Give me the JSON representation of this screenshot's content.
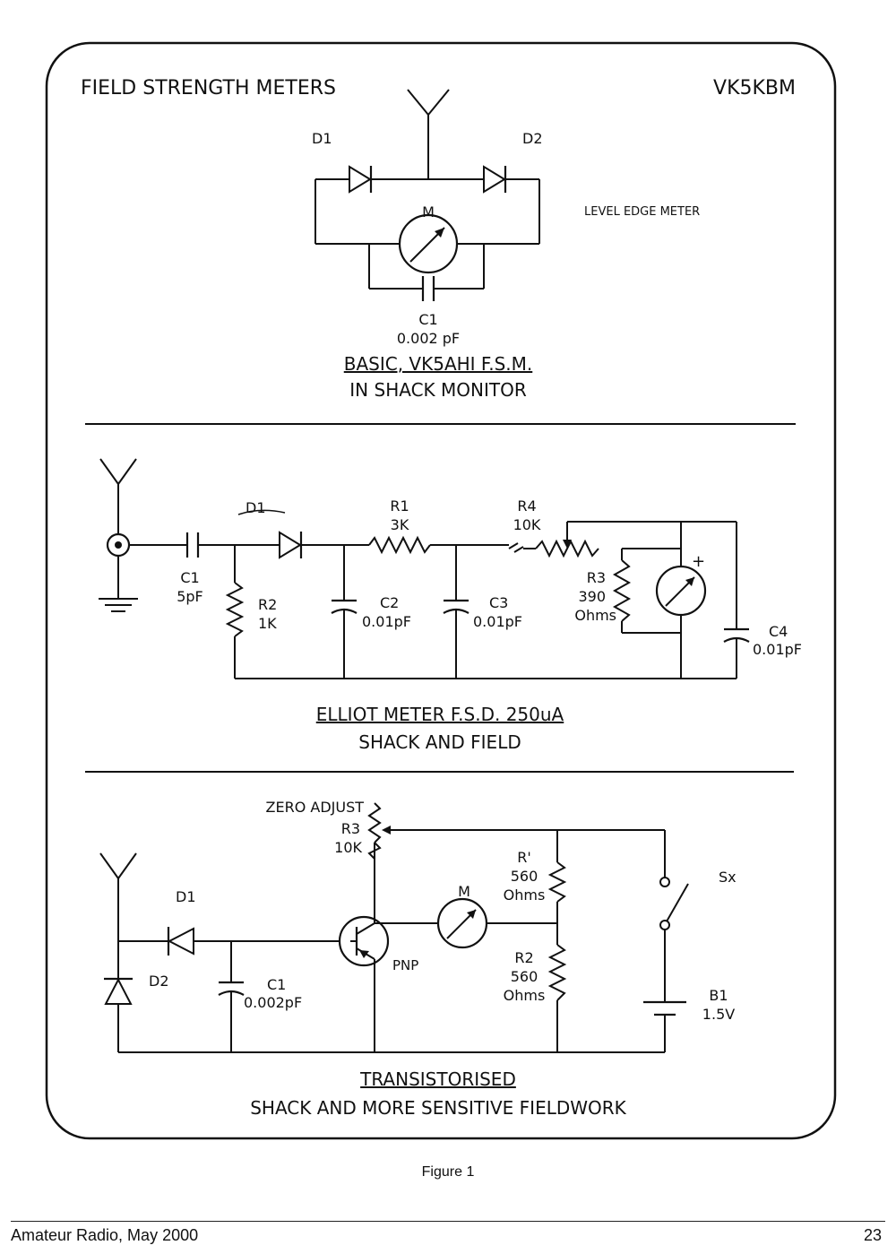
{
  "header": {
    "title": "FIELD STRENGTH METERS",
    "callsign": "VK5KBM"
  },
  "circuit1": {
    "d1": "D1",
    "d2": "D2",
    "meter": "M",
    "note": "LEVEL EDGE METER",
    "c1": "C1",
    "c1_value": "0.002 pF",
    "caption_line1": "BASIC, VK5AHI F.S.M.",
    "caption_line2": "IN SHACK MONITOR"
  },
  "circuit2": {
    "d1": "D1",
    "r1": "R1",
    "r1_value": "3K",
    "r4": "R4",
    "r4_value": "10K",
    "c1": "C1",
    "c1_value": "5pF",
    "r2": "R2",
    "r2_value": "1K",
    "c2": "C2",
    "c2_value": "0.01pF",
    "c3": "C3",
    "c3_value": "0.01pF",
    "r3": "R3",
    "r3_value": "390",
    "r3_unit": "Ohms",
    "meter_plus": "+",
    "c4": "C4",
    "c4_value": "0.01pF",
    "caption_line1": "ELLIOT METER F.S.D. 250uA",
    "caption_line2": "SHACK AND FIELD"
  },
  "circuit3": {
    "zero_adjust": "ZERO ADJUST",
    "r3": "R3",
    "r3_value": "10K",
    "r1": "R'",
    "r1_value": "560",
    "r1_unit": "Ohms",
    "meter": "M",
    "sx": "Sx",
    "d1": "D1",
    "d2": "D2",
    "c1": "C1",
    "c1_value": "0.002pF",
    "pnp": "PNP",
    "r2": "R2",
    "r2_value": "560",
    "r2_unit": "Ohms",
    "b1": "B1",
    "b1_value": "1.5V",
    "caption_line1": "TRANSISTORISED",
    "caption_line2": "SHACK AND MORE SENSITIVE FIELDWORK"
  },
  "figure_caption": "Figure 1",
  "footer": {
    "publication": "Amateur Radio, May 2000",
    "page_number": "23"
  }
}
